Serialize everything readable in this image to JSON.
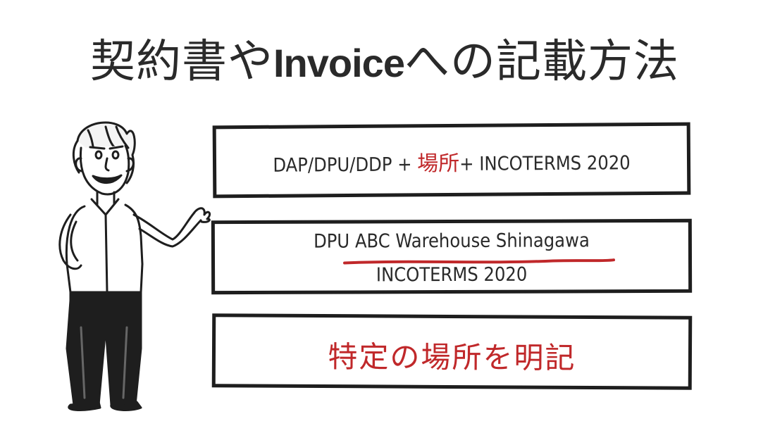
{
  "title": {
    "kanji_left": "契約書や",
    "latin": "Invoice",
    "kanji_right": "への記載方法"
  },
  "card1": {
    "prefix": "DAP/DPU/DDP + ",
    "place": "場所",
    "suffix": "+ INCOTERMS 2020"
  },
  "card2": {
    "line1_prefix": "DPU ",
    "line1_location": "ABC Warehouse Shinagawa",
    "line2": "INCOTERMS 2020"
  },
  "card3": {
    "text": "特定の場所を明記"
  },
  "colors": {
    "accent_red": "#c0282a",
    "ink": "#1e1e1e"
  }
}
